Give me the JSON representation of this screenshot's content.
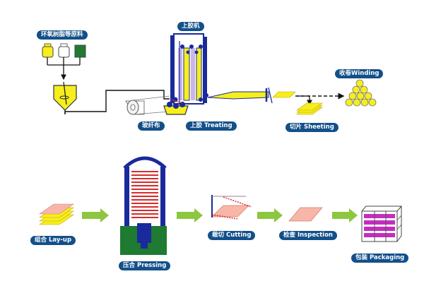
{
  "colors": {
    "label_bg": "#13508a",
    "machine_blue": "#1a2a9c",
    "resin_yellow": "#f6ee1d",
    "press_green": "#1f7a32",
    "arrow_green": "#8dc63f",
    "sheet_pink": "#f8b6a8",
    "product_magenta": "#c42ec0",
    "press_red": "#d62b2b"
  },
  "labels": {
    "raw_materials": "环氧树脂等原料",
    "treating_machine": "上胶机",
    "glass_cloth": "玻纤布",
    "treating": "上胶 Treating",
    "sheeting": "切片 Sheeting",
    "winding": "收卷Winding",
    "layup": "组合 Lay-up",
    "pressing": "压合 Pressing",
    "cutting": "裁切 Cutting",
    "inspection": "检查 Inspection",
    "packaging": "包装 Packaging"
  }
}
